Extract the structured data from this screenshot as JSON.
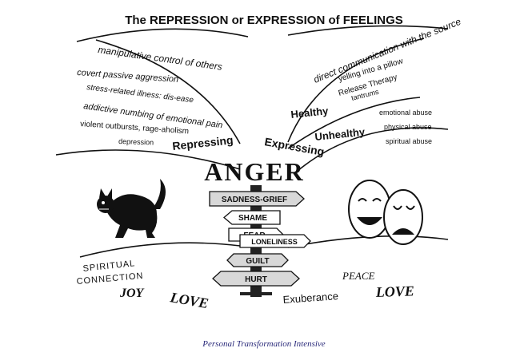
{
  "title": "The REPRESSION or EXPRESSION of FEELINGS",
  "repressing": {
    "label": "Repressing",
    "items": [
      "manipulative control of others",
      "covert passive aggression",
      "stress-related illness: dis-ease",
      "addictive numbing of emotional pain",
      "violent outbursts, rage-aholism",
      "depression"
    ]
  },
  "expressing": {
    "label": "Expressing",
    "healthy": {
      "label": "Healthy",
      "items": [
        "direct communication with the source",
        "yelling into a pillow",
        "Release Therapy",
        "tantrums"
      ]
    },
    "unhealthy": {
      "label": "Unhealthy",
      "items": [
        "emotional abuse",
        "physical abuse",
        "spiritual abuse"
      ]
    }
  },
  "center": {
    "label": "ANGER",
    "signs": [
      "SADNESS-GRIEF",
      "SHAME",
      "FEAR",
      "LONELINESS",
      "GUILT",
      "HURT"
    ]
  },
  "bottom_words": {
    "spiritual_line1": "SPIRITUAL",
    "spiritual_line2": "CONNECTION",
    "joy": "JOY",
    "love_left": "LOVE",
    "exuberance": "Exuberance",
    "peace": "PEACE",
    "love_right": "LOVE"
  },
  "footer": "Personal Transformation Intensive",
  "icons": {
    "left": "angry-cat-icon",
    "right": "theater-masks-icon"
  }
}
